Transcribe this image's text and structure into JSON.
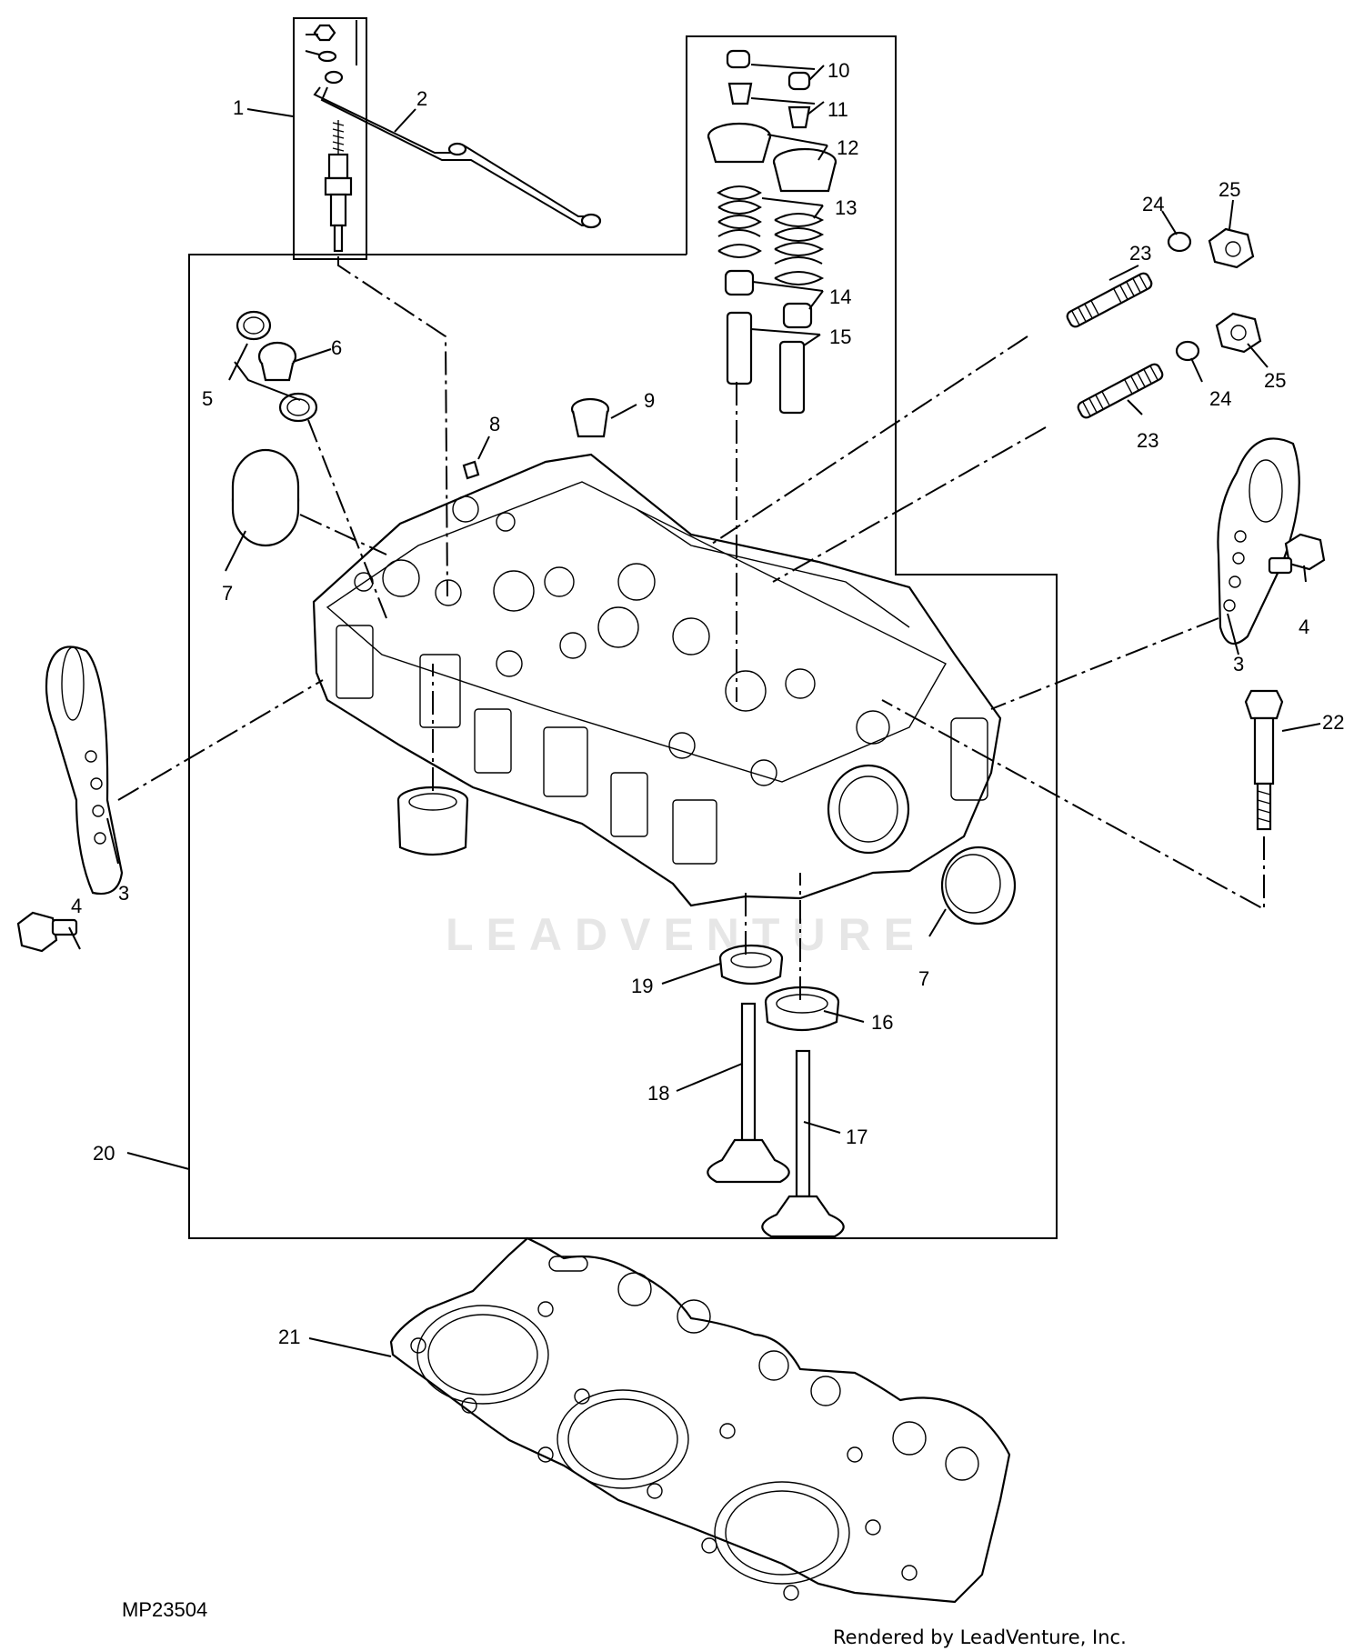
{
  "watermark": "LEADVENTURE",
  "figure_code": "MP23504",
  "credit": "Rendered by LeadVenture, Inc.",
  "callouts": {
    "c1": "1",
    "c2": "2",
    "c3a": "3",
    "c3b": "3",
    "c4a": "4",
    "c4b": "4",
    "c5": "5",
    "c6": "6",
    "c7a": "7",
    "c7b": "7",
    "c8": "8",
    "c9": "9",
    "c10": "10",
    "c11": "11",
    "c12": "12",
    "c13": "13",
    "c14": "14",
    "c15": "15",
    "c16": "16",
    "c17": "17",
    "c18": "18",
    "c19": "19",
    "c20": "20",
    "c21": "21",
    "c22": "22",
    "c23a": "23",
    "c23b": "23",
    "c24a": "24",
    "c24b": "24",
    "c25a": "25",
    "c25b": "25"
  }
}
